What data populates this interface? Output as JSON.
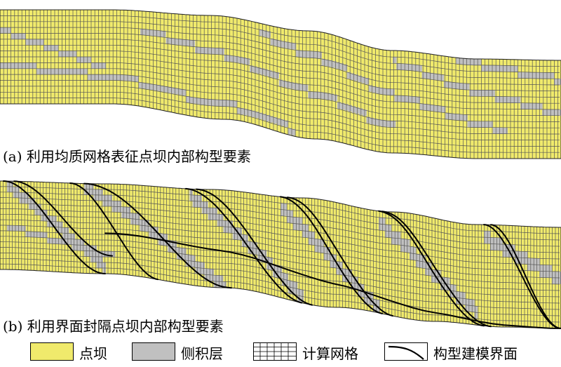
{
  "captions": {
    "a": "(a) 利用均质网格表征点坝内部构型要素",
    "b": "(b) 利用界面封隔点坝内部构型要素"
  },
  "legend": [
    {
      "key": "point_bar",
      "label": "点坝",
      "color": "#f0ea6c"
    },
    {
      "key": "lateral_accretion",
      "label": "侧积层",
      "color": "#c0c0c0"
    },
    {
      "key": "grid",
      "label": "计算网格",
      "color": "#ffffff"
    },
    {
      "key": "surface",
      "label": "构型建模界面",
      "color": "#000000"
    }
  ],
  "colors": {
    "point_bar": "#f0ea6c",
    "lateral_accretion": "#c0c0c0",
    "grid_line": "#555555",
    "surface_line": "#000000"
  }
}
